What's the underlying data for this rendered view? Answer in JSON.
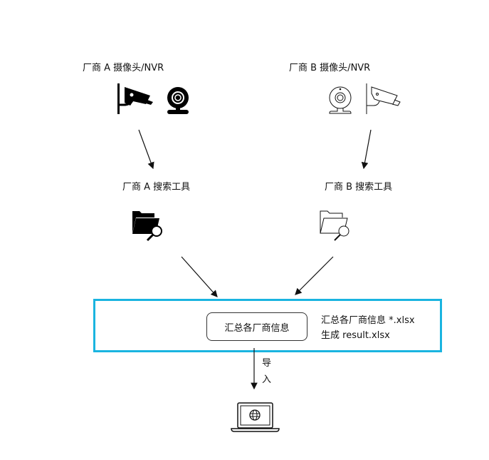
{
  "vendor_a": {
    "devices_label": "厂商 A 摄像头/NVR",
    "tool_label": "厂商 A 搜索工具"
  },
  "vendor_b": {
    "devices_label": "厂商 B 摄像头/NVR",
    "tool_label": "厂商 B 搜索工具"
  },
  "hub": {
    "process_label": "汇总各厂商信息",
    "note_line1": "汇总各厂商信息 *.xlsx",
    "note_line2": "生成 result.xlsx",
    "border_color": "#1ab4e0"
  },
  "import": {
    "char1": "导",
    "char2": "入"
  }
}
